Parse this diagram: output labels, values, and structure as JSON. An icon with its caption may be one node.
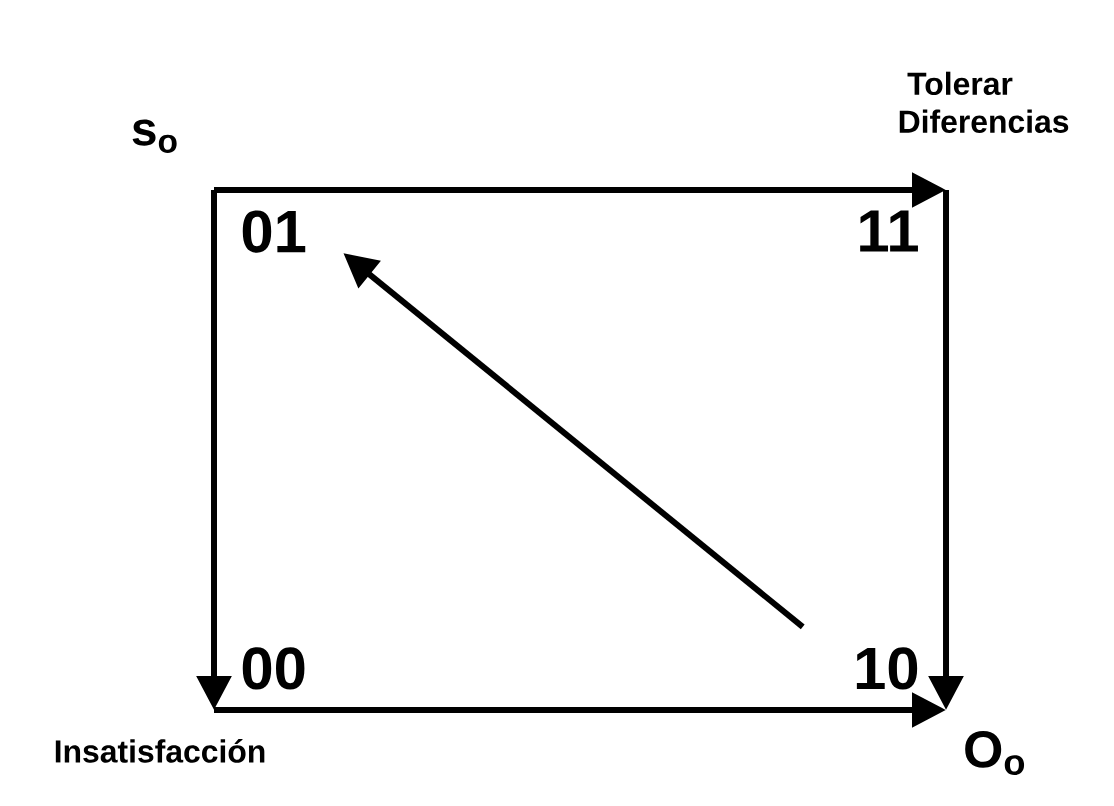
{
  "diagram": {
    "nodes": [
      {
        "text": [
          "01"
        ],
        "beside": [
          "s$_{o}$"
        ]
      },
      {
        "text": [
          "11"
        ],
        "beside": [
          "Tolerar Diferencias"
        ]
      },
      {
        "text": [
          "00"
        ],
        "beside": [
          "Insatisfacción"
        ]
      },
      {
        "text": [
          "10"
        ],
        "beside": [
          "O$_{o}$"
        ]
      }
    ],
    "edges": [
      {
        "from": 0,
        "to": 1,
        "arrow": "to"
      },
      {
        "from": 1,
        "to": 3,
        "arrow": "to"
      },
      {
        "from": 0,
        "to": 2,
        "arrow": "to"
      },
      {
        "from": 2,
        "to": 3,
        "arrow": "to"
      },
      {
        "from": 3,
        "to": 0,
        "arrow": "to"
      }
    ]
  }
}
